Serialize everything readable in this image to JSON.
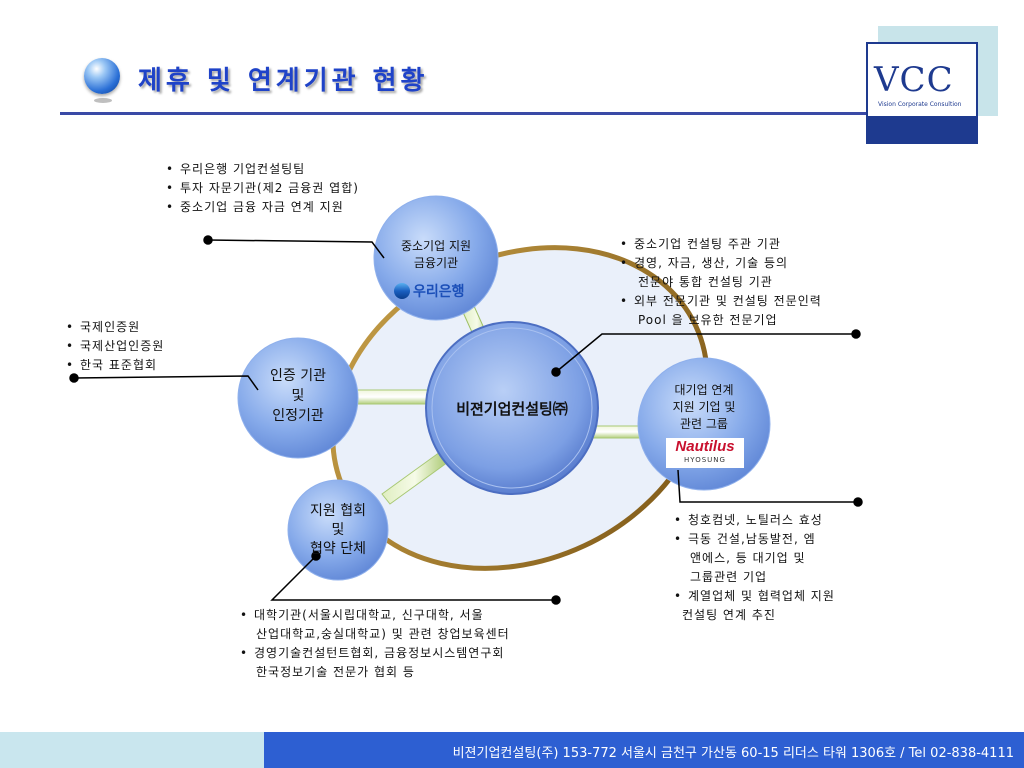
{
  "header": {
    "title": "제휴 및 연계기관 현황",
    "logo_text": "VCC",
    "logo_sub": "Vision Corporate Consultion"
  },
  "diagram": {
    "center": {
      "label": "비젼기업컨설팅㈜"
    },
    "top": {
      "line1": "중소기업 지원",
      "line2": "금융기관",
      "logo": "우리은행"
    },
    "left": {
      "line1": "인증 기관",
      "line2": "및",
      "line3": "인정기관"
    },
    "right": {
      "line1": "대기업 연계",
      "line2": "지원 기업 및",
      "line3": "관련 그룹",
      "logo_main": "Nautilus",
      "logo_sub": "HYOSUNG"
    },
    "bottom": {
      "line1": "지원 협회",
      "line2": "및",
      "line3": "협약 단체"
    }
  },
  "notes": {
    "top": [
      "우리은행 기업컨설팅팀",
      "투자 자문기관(제2 금융권 엽합)",
      "중소기업 금융 자금 연계 지원"
    ],
    "left": [
      "국제인증원",
      "국제산업인증원",
      "한국 표준협회"
    ],
    "center_right": [
      {
        "l1": "중소기업 컨설팅 주관 기관"
      },
      {
        "l1": "경영, 자금, 생산, 기술 등의",
        "l2": "전문야 통합 컨설팅 기관"
      },
      {
        "l1": "외부 전문기관 및 컨설팅 전문인력",
        "l2": "Pool 을 보유한 전문기업"
      }
    ],
    "right": [
      {
        "l1": "청호컴넷, 노틸러스 효성"
      },
      {
        "l1": "극동 건설,남동발전, 엠",
        "l2": "앤에스, 등 대기업 및",
        "l3": "그룹관련 기업"
      },
      {
        "l1": "계열업체 및 협력업체 지원",
        "l2": "컨설팅 연계 추진"
      }
    ],
    "bottom": [
      {
        "l1": "대학기관(서울시립대학교, 신구대학, 서울",
        "l2": "산업대학교,숭실대학교) 및 관련 창업보육센터"
      },
      {
        "l1": "경영기술컨설턴트협회, 금융정보시스템연구회",
        "l2": "한국정보기술 전문가 협회 등"
      }
    ]
  },
  "footer": {
    "text": "비젼기업컨설팅(주) 153-772 서울시 금천구 가산동 60-15 리더스 타워 1306호 / Tel 02-838-4111"
  },
  "colors": {
    "title": "#1f43c8",
    "ring": "#8a6a1e",
    "circle": "#7fa6e8",
    "footer": "#2d5fd2",
    "footer_left": "#c9e6ee"
  }
}
